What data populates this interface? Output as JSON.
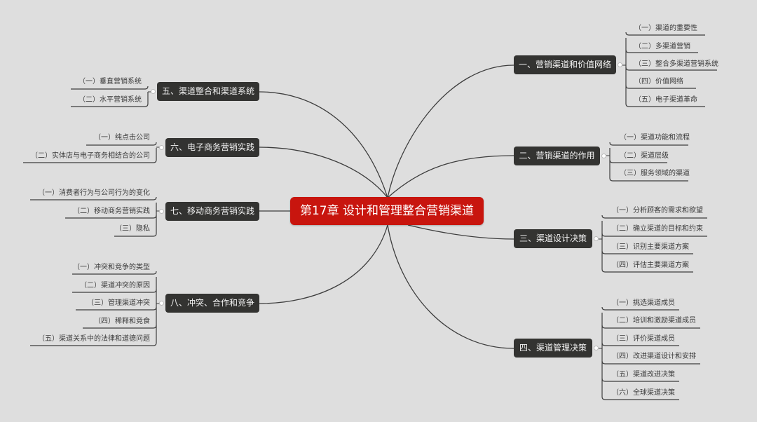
{
  "root": {
    "label": "第17章 设计和管理整合营销渠道",
    "color": "#c8150e"
  },
  "colors": {
    "background": "#dedede",
    "branch": "#333331",
    "line": "#3d3d3d",
    "leaf_text": "#3b3b3b"
  },
  "branches": [
    {
      "label": "一、营销渠道和价值网络",
      "side": "right",
      "children": [
        "（一）渠道的重要性",
        "（二）多渠道营销",
        "（三）整合多渠道营销系统",
        "（四）价值网络",
        "（五）电子渠道革命"
      ]
    },
    {
      "label": "二、营销渠道的作用",
      "side": "right",
      "children": [
        "（一）渠道功能和流程",
        "（二）渠道层级",
        "（三）服务领域的渠道"
      ]
    },
    {
      "label": "三、渠道设计决策",
      "side": "right",
      "children": [
        "（一）分析顾客的需求和欲望",
        "（二）确立渠道的目标和约束",
        "（三）识别主要渠道方案",
        "（四）评估主要渠道方案"
      ]
    },
    {
      "label": "四、渠道管理决策",
      "side": "right",
      "children": [
        "（一）挑选渠道成员",
        "（二）培训和激励渠道成员",
        "（三）评价渠道成员",
        "（四）改进渠道设计和安排",
        "（五）渠道改进决策",
        "（六）全球渠道决策"
      ]
    },
    {
      "label": "五、渠道整合和渠道系统",
      "side": "left",
      "children": [
        "（一）垂直营销系统",
        "（二）水平营销系统"
      ]
    },
    {
      "label": "六、电子商务营销实践",
      "side": "left",
      "children": [
        "（一）纯点击公司",
        "（二）实体店与电子商务相结合的公司"
      ]
    },
    {
      "label": "七、移动商务营销实践",
      "side": "left",
      "children": [
        "（一）消费者行为与公司行为的变化",
        "（二）移动商务营销实践",
        "（三）隐私"
      ]
    },
    {
      "label": "八、冲突、合作和竞争",
      "side": "left",
      "children": [
        "（一）冲突和竞争的类型",
        "（二）渠道冲突的原因",
        "（三）管理渠道冲突",
        "（四）稀释和竞食",
        "（五）渠道关系中的法律和道德问题"
      ]
    }
  ]
}
